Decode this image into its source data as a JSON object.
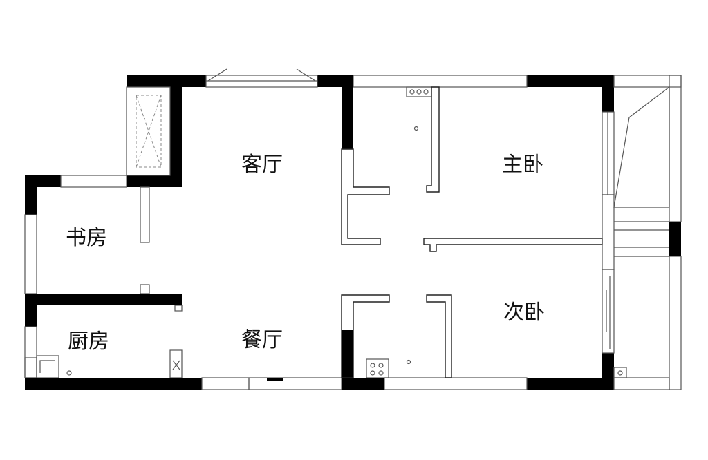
{
  "rooms": {
    "living_room": "客厅",
    "study": "书房",
    "master_bedroom": "主卧",
    "kitchen": "厨房",
    "dining_room": "餐厅",
    "second_bedroom": "次卧"
  }
}
